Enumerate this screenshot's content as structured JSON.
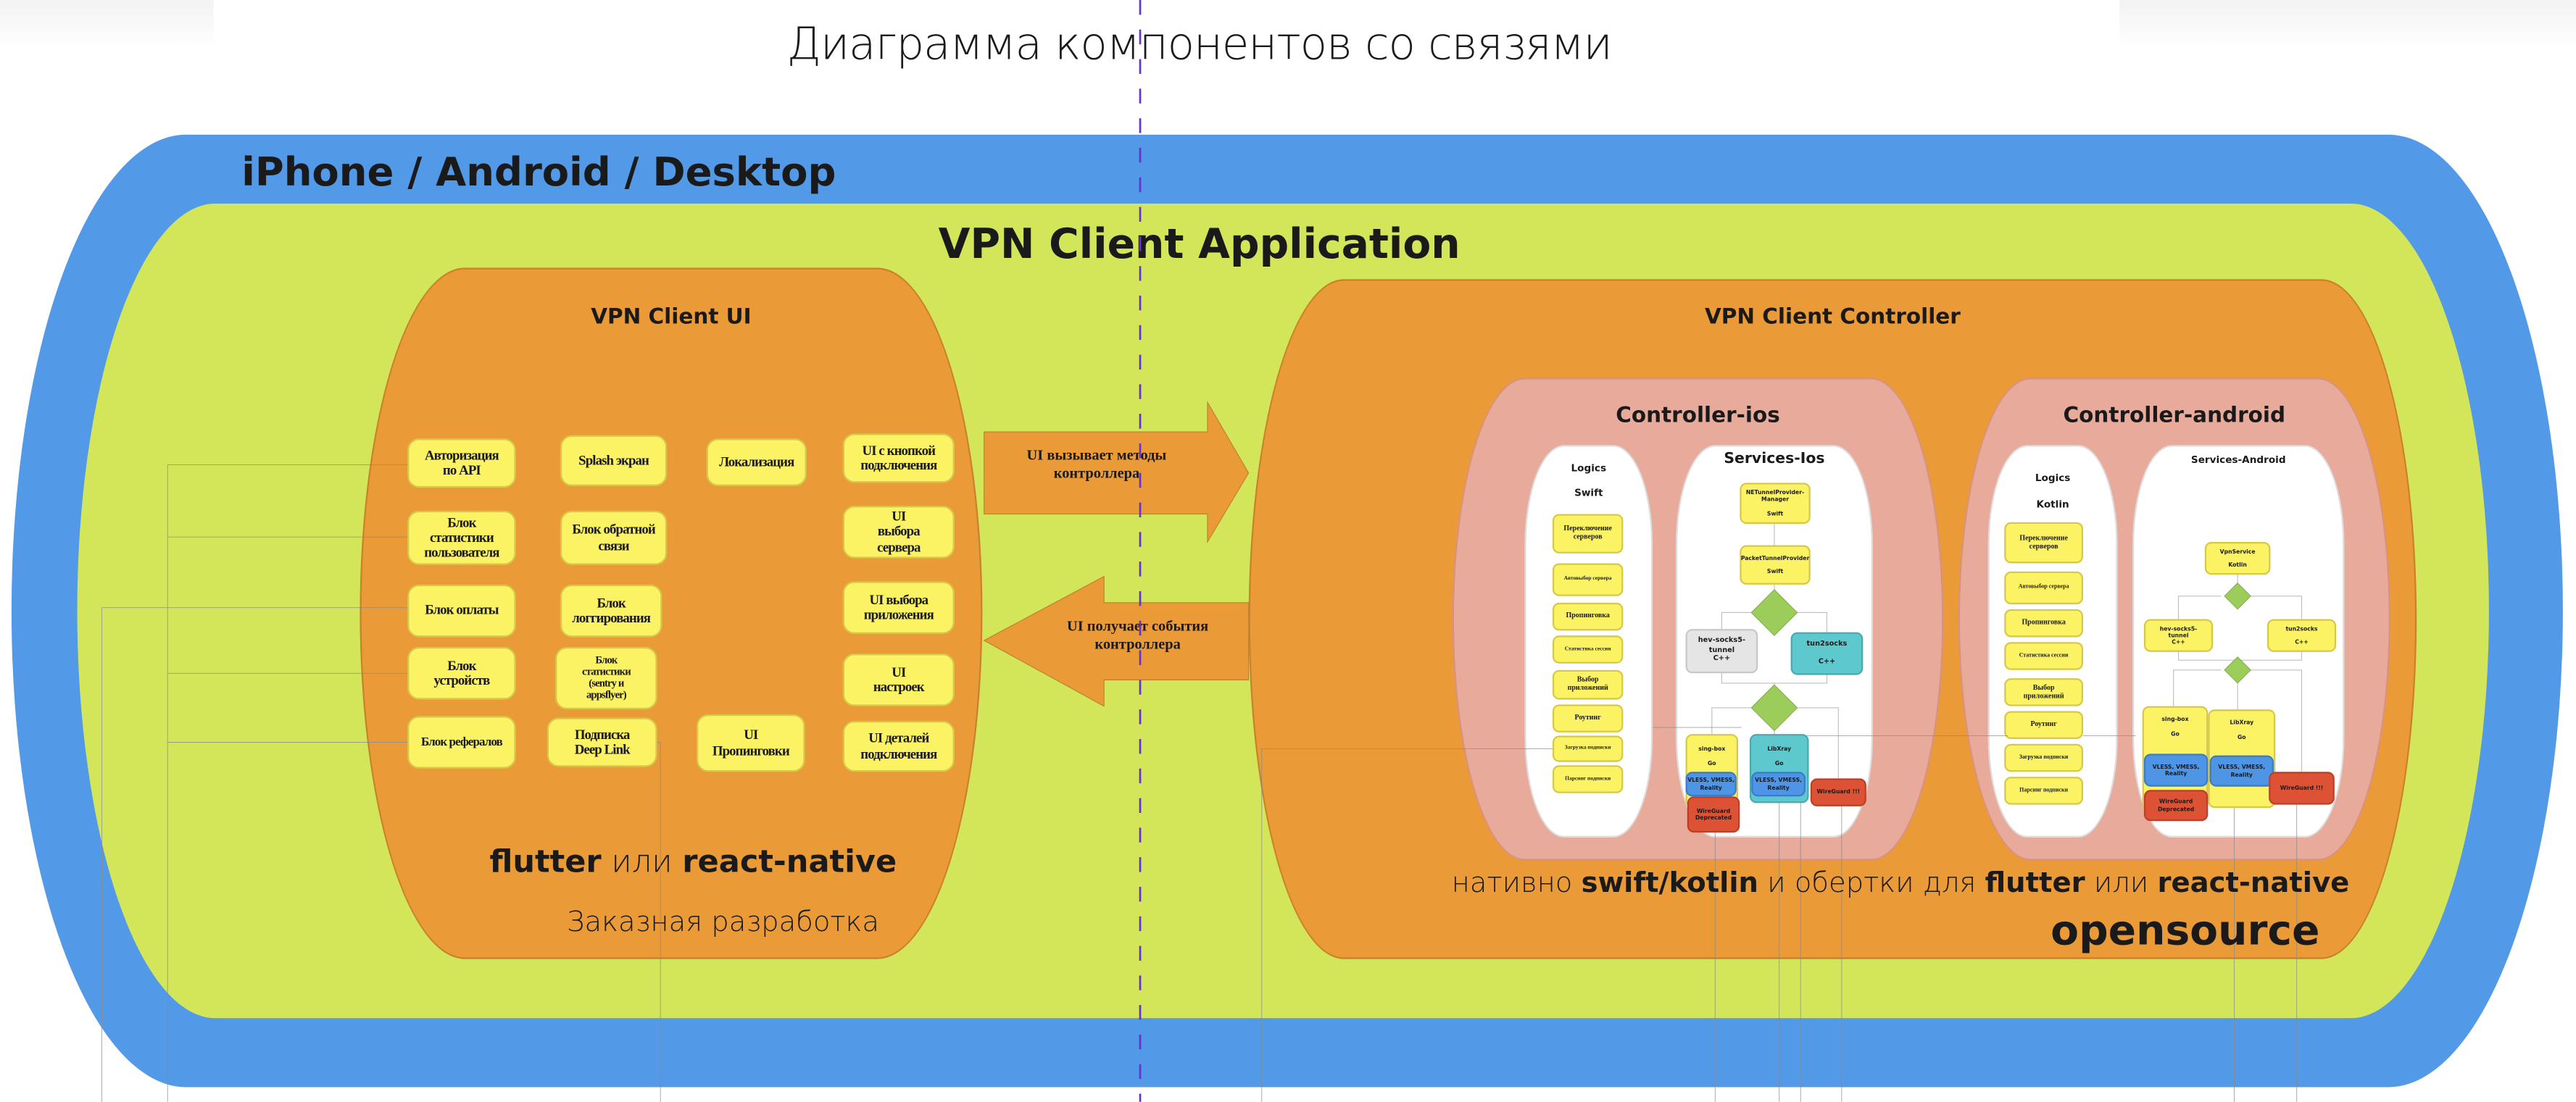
{
  "title": "Диаграмма компонентов со связями",
  "colors": {
    "device": "#5299e8",
    "app": "#d3e65a",
    "component": "#ea9b37",
    "controller_platform": "#e8aa9a",
    "box": "#fbf264",
    "teal": "#5ec8cf",
    "protocol": "#4f95e6",
    "wireguard": "#dd5235",
    "divider": "#6633cc"
  },
  "device": {
    "label": "iPhone / Android / Desktop"
  },
  "app": {
    "label": "VPN Client Application"
  },
  "ui": {
    "title": "VPN Client UI",
    "boxes": [
      "Авторизация\nпо API",
      "Splash экран",
      "Локализация",
      "UI с кнопкой\nподключения",
      "Блок\nстатистики\nпользователя",
      "Блок обратной\nсвязи",
      "UI\nвыбора\nсервера",
      "Блок оплаты",
      "Блок\nлоггирования",
      "UI выбора\nприложения",
      "Блок\nустройств",
      "Блок\nстатистики\n(sentry и\nappsflyer)",
      "UI\nнастроек",
      "Блок рефералов",
      "Подписка\nDeep Link",
      "UI\nПропинговки",
      "UI деталей\nподключения"
    ],
    "tech": {
      "a": "flutter",
      "or": " или ",
      "b": "react-native"
    },
    "note": "Заказная разработка"
  },
  "arrows": {
    "to_controller": "UI вызывает методы\nконтроллера",
    "to_ui": "UI получает события\nконтроллера"
  },
  "controller": {
    "title": "VPN Client Controller",
    "ios": {
      "title": "Controller-ios",
      "logics": {
        "title": "Logics",
        "lang": "Swift",
        "items": [
          "Переключение\nсерверов",
          "Автовыбор сервера",
          "Пропинговка",
          "Статистика сессии",
          "Выбор\nприложений",
          "Роутинг",
          "Загрузка подписки",
          "Парсинг подписки"
        ]
      },
      "services": {
        "title": "Services-Ios",
        "nodes": {
          "manager": "NETunnelProvider-\nManager\n\nSwift",
          "packet": "PacketTunnelProvider\n\nSwift",
          "hev": "hev-socks5-\ntunnel\nC++",
          "tun2socks": "tun2socks\n\nC++",
          "singbox": "sing-box\n\nGo",
          "libxray": "LibXray\n\nGo",
          "proto1": "VLESS, VMESS,\nReality",
          "proto2": "VLESS, VMESS,\nReality",
          "wg_dep": "WireGuard\nDeprecated",
          "wg": "WireGuard !!!"
        }
      }
    },
    "android": {
      "title": "Controller-android",
      "logics": {
        "title": "Logics",
        "lang": "Kotlin",
        "items": [
          "Переключение\nсерверов",
          "Автовыбор сервера",
          "Пропинговка",
          "Статистика сессии",
          "Выбор\nприложений",
          "Роутинг",
          "Загрузка подписки",
          "Парсинг подписки"
        ]
      },
      "services": {
        "title": "Services-Android",
        "nodes": {
          "vpnservice": "VpnService\n\nKotlin",
          "hev": "hev-socks5-\ntunnel\nC++",
          "tun2socks": "tun2socks\n\nC++",
          "singbox": "sing-box\n\nGo",
          "libxray": "LibXray\n\nGo",
          "proto1": "VLESS, VMESS,\nReality",
          "proto2": "VLESS, VMESS,\nReality",
          "wg_dep": "WireGuard\nDeprecated",
          "wg": "WireGuard !!!"
        }
      }
    },
    "tech": {
      "p1": "нативно ",
      "a": "swift/kotlin",
      "p2": " и обертки для ",
      "b": "flutter",
      "p3": " или ",
      "c": "react-native"
    },
    "license": "opensource"
  }
}
